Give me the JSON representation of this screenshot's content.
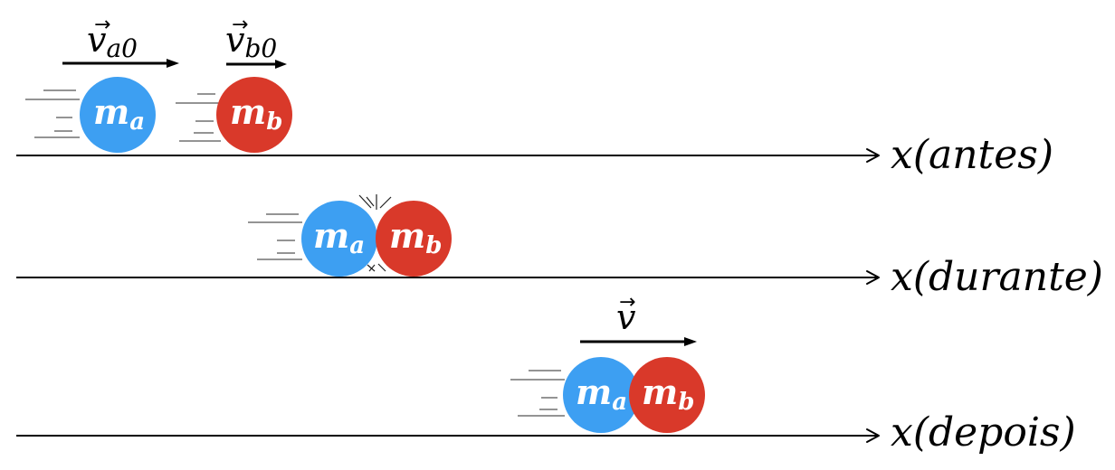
{
  "colors": {
    "mass_a": "#3d9ff2",
    "mass_b": "#d9392a",
    "line": "#000000",
    "background": "#ffffff"
  },
  "masses": {
    "a": {
      "symbol": "m",
      "subscript": "a"
    },
    "b": {
      "symbol": "m",
      "subscript": "b"
    }
  },
  "stages": {
    "antes": {
      "axis_label": "x(antes)",
      "velocity_a": {
        "symbol": "v",
        "subscript": "a0"
      },
      "velocity_b": {
        "symbol": "v",
        "subscript": "b0"
      }
    },
    "durante": {
      "axis_label": "x(durante)"
    },
    "depois": {
      "axis_label": "x(depois)",
      "velocity": {
        "symbol": "v",
        "subscript": ""
      }
    }
  }
}
